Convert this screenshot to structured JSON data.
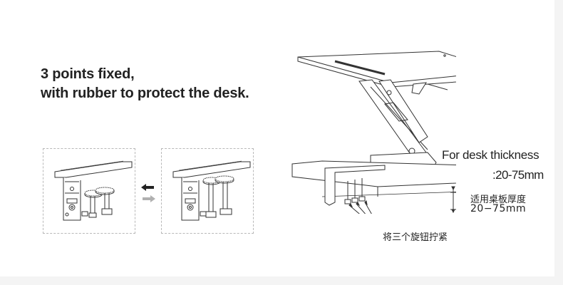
{
  "headline": {
    "line1": "3 points fixed,",
    "line2": "with rubber to protect the desk."
  },
  "labels": {
    "desk_thickness_en": "For desk thickness",
    "desk_range_en": ":20-75mm",
    "desk_thickness_cn": "适用桌板厚度",
    "desk_range_cn": "20−75mm",
    "tighten_knobs_cn": "将三个旋钮拧紧"
  },
  "icons": {
    "arrow_left_dark": "arrow-left-icon",
    "arrow_right_gray": "arrow-right-icon"
  },
  "colors": {
    "line": "#333333",
    "border_dashed": "#b8b8b8",
    "arrow_dark": "#222222",
    "arrow_gray": "#b0b0b0"
  }
}
